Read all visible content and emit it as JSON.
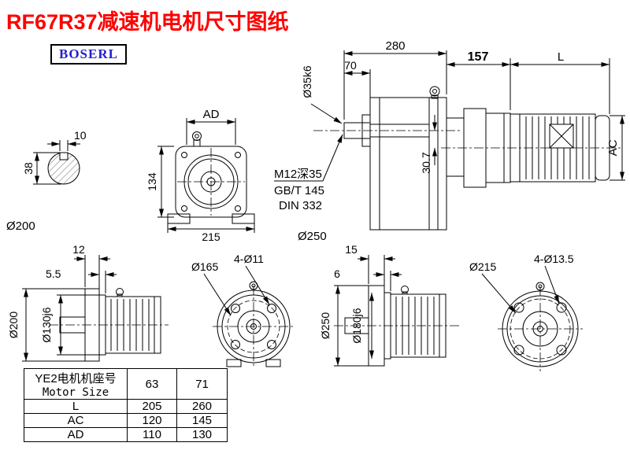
{
  "page": {
    "title": "RF67R37减速机电机尺寸图纸",
    "logo": "BOSERL"
  },
  "colors": {
    "title": "#fe0000",
    "logo_text": "#2222cc",
    "line": "#000000",
    "background": "#ffffff"
  },
  "shaft_section": {
    "dim_10": "10",
    "dim_38": "38",
    "label_od": "Ø200"
  },
  "front_view": {
    "dim_ad": "AD",
    "dim_134": "134",
    "dim_215": "215"
  },
  "main_view": {
    "dim_280": "280",
    "dim_157": "157",
    "dim_l": "L",
    "dim_70": "70",
    "dim_shaft": "Ø35k6",
    "dim_ac": "AC",
    "dim_offset": "30.7",
    "note_m12": "M12深35",
    "note_gbt": "GB/T 145",
    "note_din": "DIN 332",
    "label_flange": "Ø250"
  },
  "flange_small": {
    "dim_12": "12",
    "dim_55": "5.5",
    "dim_od": "Ø200",
    "dim_spigot": "Ø130j6",
    "dim_holes": "4-Ø11",
    "dim_bc": "Ø165"
  },
  "flange_large": {
    "dim_15": "15",
    "dim_6": "6",
    "dim_od": "Ø250",
    "dim_spigot": "Ø180j6",
    "dim_holes": "4-Ø13.5",
    "dim_bc": "Ø215"
  },
  "table": {
    "header_cn": "YE2电机机座号",
    "header_en": "Motor Size",
    "sizes": [
      "63",
      "71"
    ],
    "rows": [
      {
        "label": "L",
        "v1": "205",
        "v2": "260"
      },
      {
        "label": "AC",
        "v1": "120",
        "v2": "145"
      },
      {
        "label": "AD",
        "v1": "110",
        "v2": "130"
      }
    ]
  }
}
